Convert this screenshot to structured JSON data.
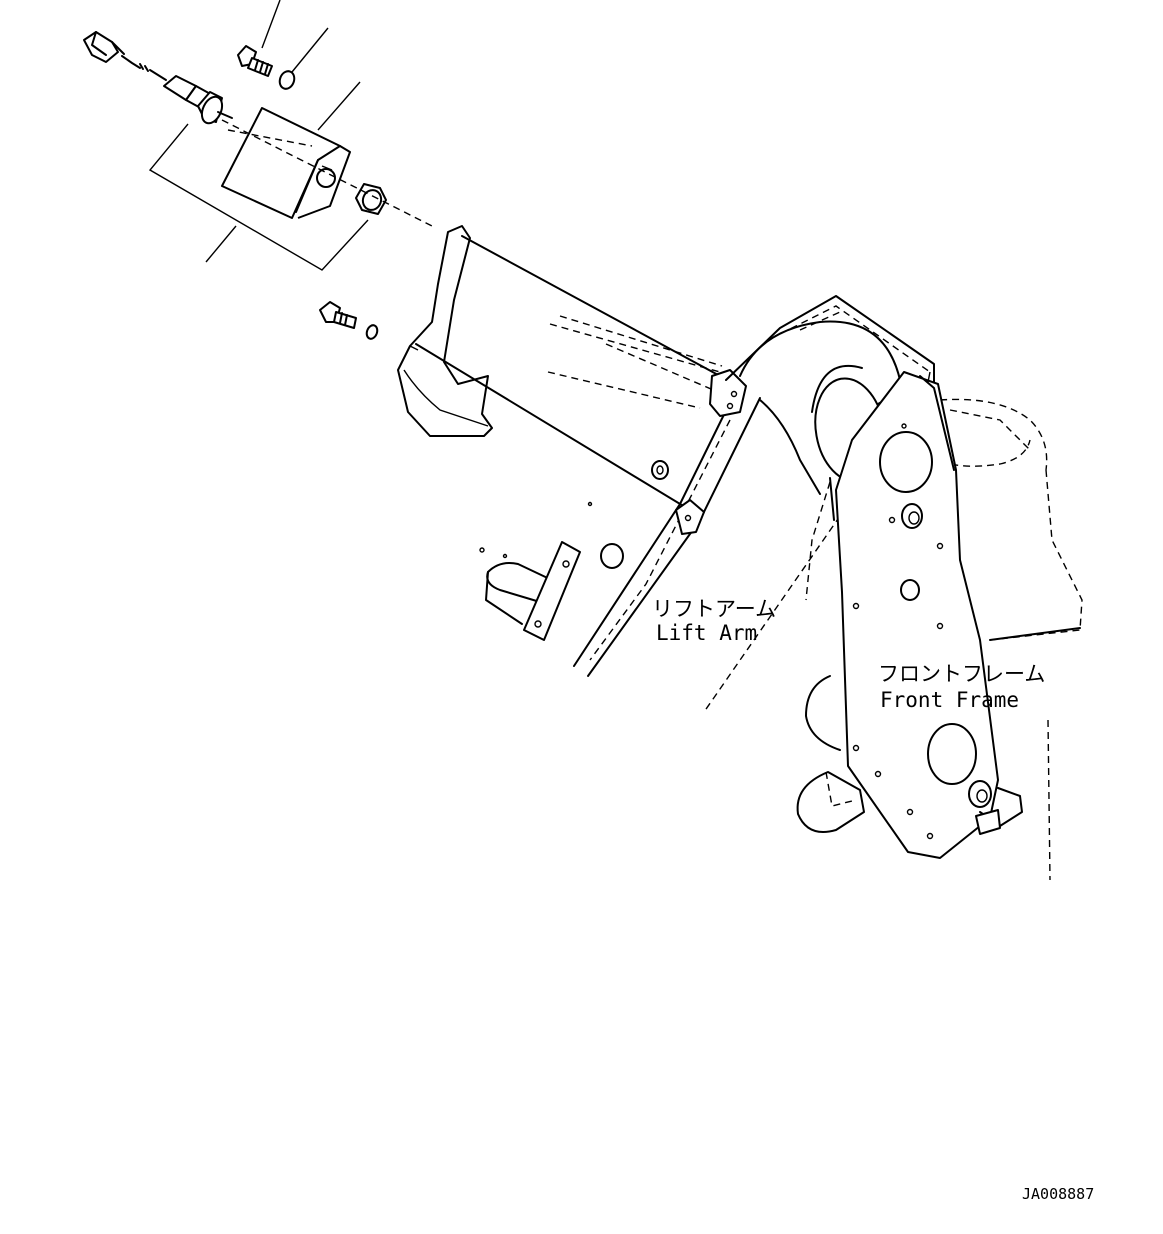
{
  "labels": {
    "lift_arm_jp": "リフトアーム",
    "lift_arm_en": "Lift Arm",
    "front_frame_jp": "フロントフレーム",
    "front_frame_en": "Front Frame",
    "drawing_id": "JA008887"
  }
}
